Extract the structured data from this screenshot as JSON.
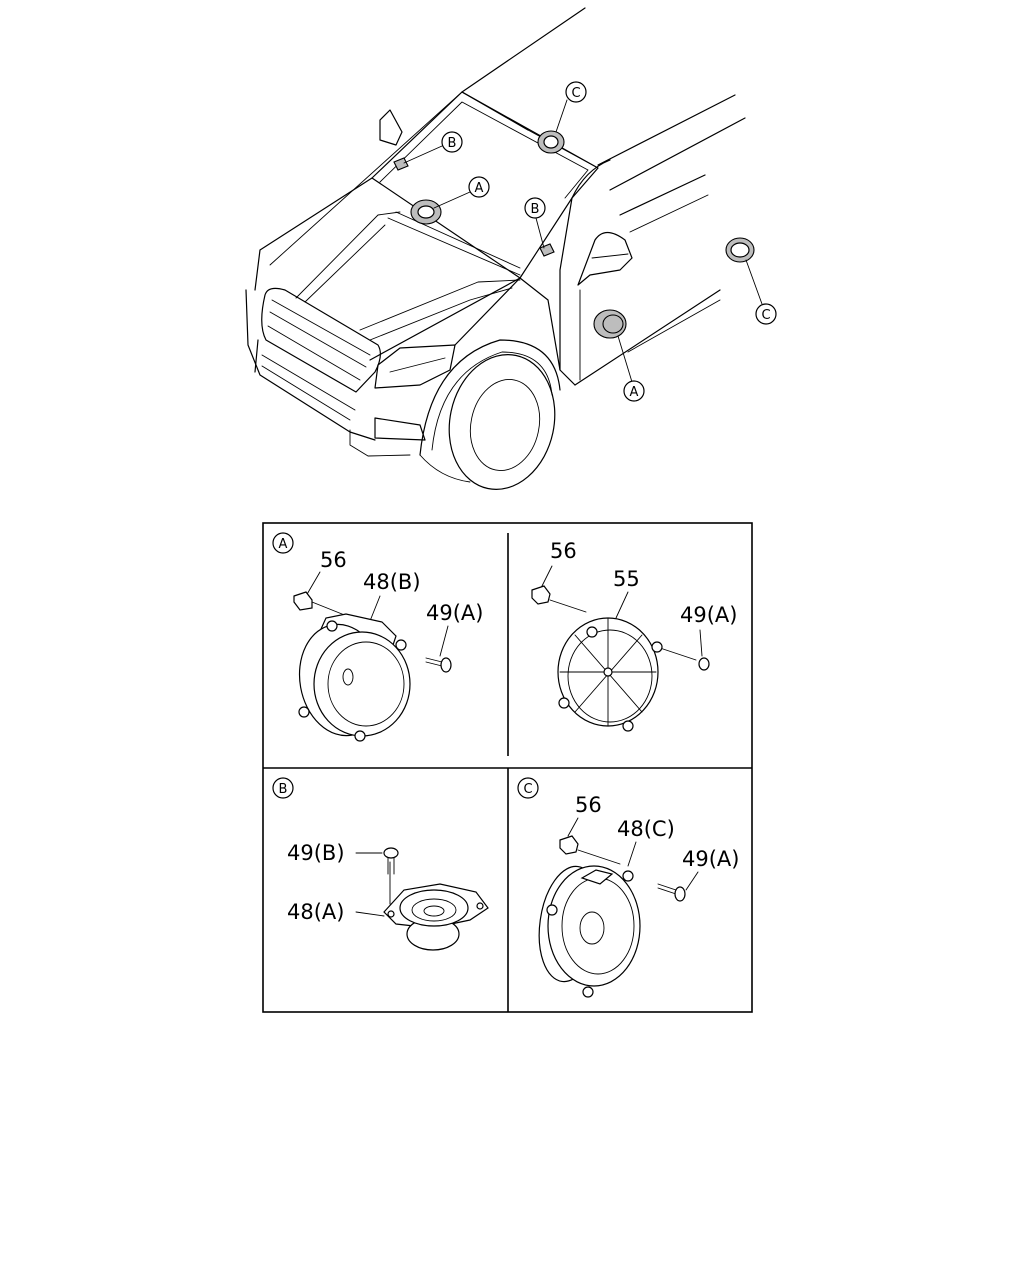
{
  "callouts": {
    "c_top": "C",
    "b_top": "B",
    "a_top": "A",
    "b_mid": "B",
    "c_right": "C",
    "a_low": "A"
  },
  "panels": {
    "a": {
      "letter": "A",
      "label_56": "56",
      "label_48": "48(B)",
      "label_49": "49(A)"
    },
    "a2": {
      "label_56": "56",
      "label_55": "55",
      "label_49": "49(A)"
    },
    "b": {
      "letter": "B",
      "label_49": "49(B)",
      "label_48": "48(A)"
    },
    "c": {
      "letter": "C",
      "label_56": "56",
      "label_48": "48(C)",
      "label_49": "49(A)"
    }
  }
}
